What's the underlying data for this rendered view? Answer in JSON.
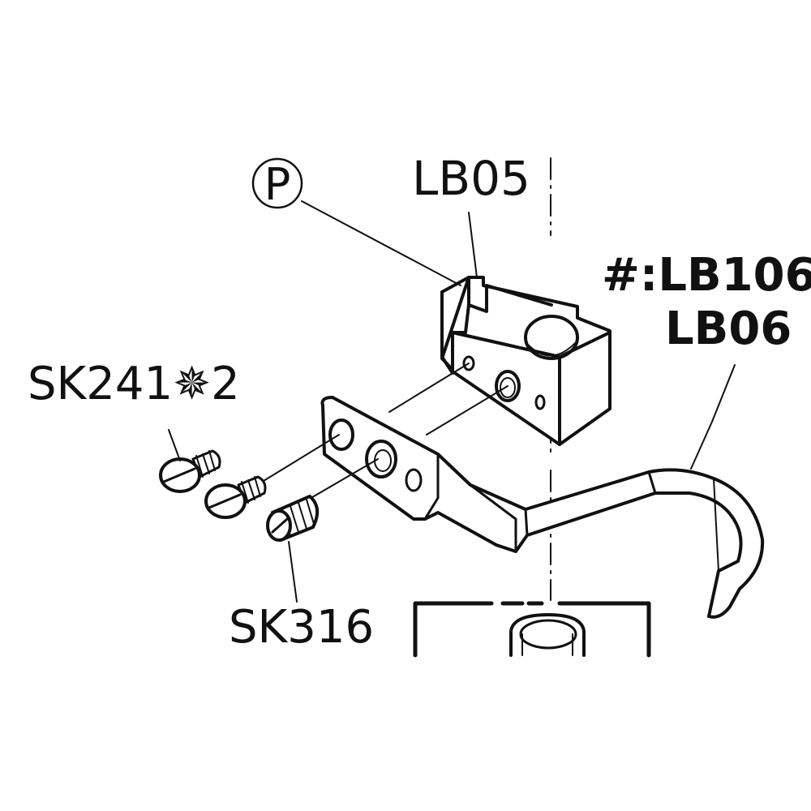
{
  "labels": {
    "p_marker": "P",
    "block_part": "LB05",
    "looper_alt_part": "#:LB106",
    "looper_part": "LB06",
    "screw_pair_part": "SK241✵2",
    "set_screw_part": "SK316"
  },
  "colors": {
    "ink": "#111111",
    "background": "#ffffff"
  }
}
